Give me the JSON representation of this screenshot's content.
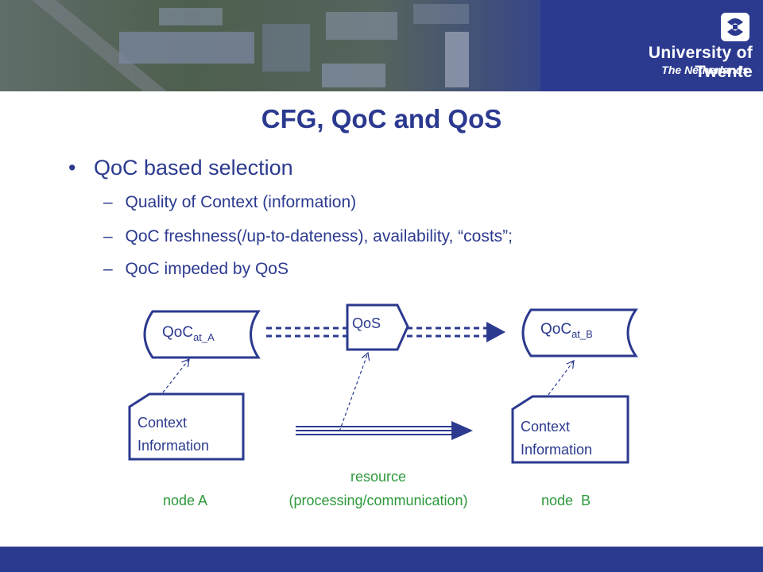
{
  "header": {
    "university": "University of Twente",
    "country": "The Netherlands",
    "logo_icon": "twente-logo-icon",
    "colors": {
      "brand_blue": "#2b3a8f",
      "label_green": "#2e9a3d"
    }
  },
  "title": "CFG, QoC and QoS",
  "bullets": {
    "main": "QoC based selection",
    "subs": [
      "Quality of Context (information)",
      "QoC freshness(/up-to-dateness), availability, “costs”;",
      "QoC impeded by QoS"
    ],
    "bullet_glyph": "•",
    "dash_glyph": "–"
  },
  "diagram": {
    "qoc_a": {
      "base": "QoC",
      "sub": "at_A"
    },
    "qoc_b": {
      "base": "QoC",
      "sub": "at_B"
    },
    "qos": "QoS",
    "ctx_a": {
      "line1": "Context",
      "line2": "Information"
    },
    "ctx_b": {
      "line1": "Context",
      "line2": "Information"
    },
    "node_a": "node A",
    "node_b": "node  B",
    "resource_line1": "resource",
    "resource_line2": "(processing/communication)"
  }
}
